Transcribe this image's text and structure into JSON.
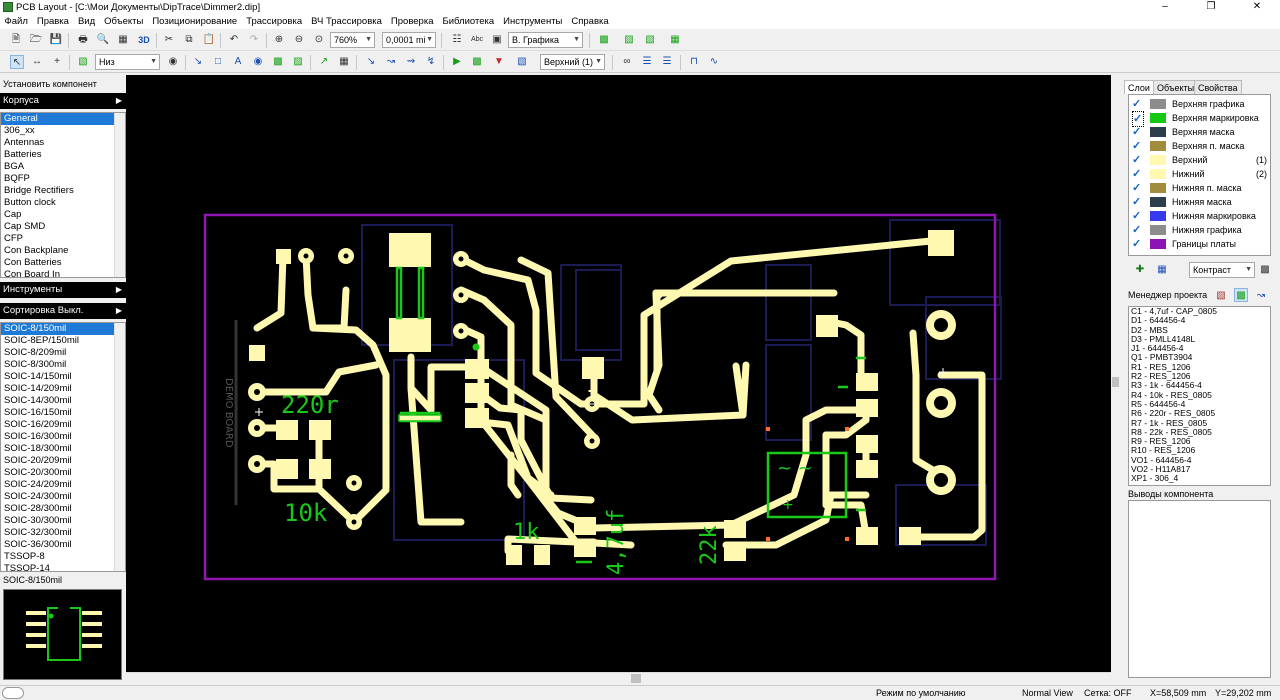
{
  "window": {
    "title": "PCB Layout - [C:\\Мои Документы\\DipTrace\\Dimmer2.dip]"
  },
  "menu": [
    "Файл",
    "Правка",
    "Вид",
    "Объекты",
    "Позиционирование",
    "Трассировка",
    "ВЧ Трассировка",
    "Проверка",
    "Библиотека",
    "Инструменты",
    "Справка"
  ],
  "toolbar": {
    "zoom": "760%",
    "grid": "0,0001 mi",
    "view_mode": "В. Графика",
    "layer_side": "Низ",
    "layer_select": "Верхний (1)",
    "btn_3d": "3D"
  },
  "left_panel": {
    "place_component": "Установить компонент",
    "packages_header": "Корпуса",
    "libraries": [
      "General",
      "306_xx",
      "Antennas",
      "Batteries",
      "BGA",
      "BQFP",
      "Bridge Rectifiers",
      "Button clock",
      "Cap",
      "Cap SMD",
      "CFP",
      "Con Backplane",
      "Con Batteries",
      "Con Board In"
    ],
    "tools_header": "Инструменты",
    "sort_header": "Сортировка Выкл.",
    "components": [
      "SOIC-8/150mil",
      "SOIC-8EP/150mil",
      "SOIC-8/209mil",
      "SOIC-8/300mil",
      "SOIC-14/150mil",
      "SOIC-14/209mil",
      "SOIC-14/300mil",
      "SOIC-16/150mil",
      "SOIC-16/209mil",
      "SOIC-16/300mil",
      "SOIC-18/300mil",
      "SOIC-20/209mil",
      "SOIC-20/300mil",
      "SOIC-24/209mil",
      "SOIC-24/300mil",
      "SOIC-28/300mil",
      "SOIC-30/300mil",
      "SOIC-32/300mil",
      "SOIC-36/300mil",
      "TSSOP-8",
      "TSSOP-14"
    ],
    "preview_label": "SOIC-8/150mil"
  },
  "board": {
    "labels": {
      "r6": "220r",
      "r4": "10k",
      "r3": "1k",
      "c1": "4,7uf",
      "r8": "22k",
      "graph": "DEMO BOARD"
    }
  },
  "right_panel": {
    "tabs": [
      "Слои",
      "Объекты",
      "Свойства"
    ],
    "layers": [
      {
        "name": "Верхняя графика",
        "color": "#8c8c8c",
        "num": ""
      },
      {
        "name": "Верхняя маркировка",
        "color": "#14c814",
        "num": ""
      },
      {
        "name": "Верхняя маска",
        "color": "#2c3e4c",
        "num": ""
      },
      {
        "name": "Верхняя п. маска",
        "color": "#a08c3c",
        "num": ""
      },
      {
        "name": "Верхний",
        "color": "#fff8b0",
        "num": "(1)"
      },
      {
        "name": "Нижний",
        "color": "#fff8b0",
        "num": "(2)"
      },
      {
        "name": "Нижняя п. маска",
        "color": "#a08c3c",
        "num": ""
      },
      {
        "name": "Нижняя маска",
        "color": "#2c3e4c",
        "num": ""
      },
      {
        "name": "Нижняя маркировка",
        "color": "#3838f0",
        "num": ""
      },
      {
        "name": "Нижняя графика",
        "color": "#8c8c8c",
        "num": ""
      },
      {
        "name": "Границы платы",
        "color": "#8c14b4",
        "num": ""
      }
    ],
    "contrast": "Контраст",
    "manager_title": "Менеджер проекта",
    "components": [
      "C1 - 4,7uf - CAP_0805",
      "D1 - 644456-4",
      "D2 - MBS",
      "D3 - PMLL4148L",
      "J1 - 644456-4",
      "Q1 - PMBT3904",
      "R1 - RES_1206",
      "R2 - RES_1206",
      "R3 - 1k - 644456-4",
      "R4 - 10k - RES_0805",
      "R5 - 644456-4",
      "R6 - 220r - RES_0805",
      "R7 - 1k - RES_0805",
      "R8 - 22k - RES_0805",
      "R9 - RES_1206",
      "R10 - RES_1206",
      "VO1 - 644456-4",
      "VO2 - H11A817",
      "XP1 - 306_4"
    ],
    "pins_title": "Выводы компонента"
  },
  "status": {
    "mode": "Режим по умолчанию",
    "view": "Normal View",
    "grid": "Сетка: OFF",
    "x": "X=58,509 mm",
    "y": "Y=29,202 mm"
  }
}
